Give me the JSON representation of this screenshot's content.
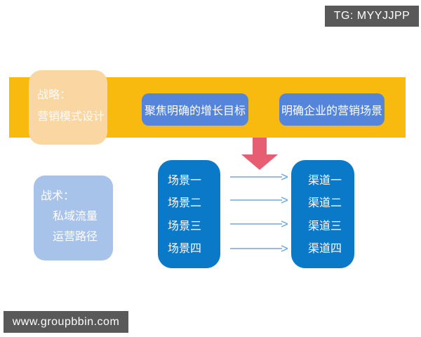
{
  "header": {
    "tg_badge": "TG: MYYJJPP"
  },
  "footer": {
    "website_badge": "www.groupbbin.com"
  },
  "strategy": {
    "title_line1": "战略：",
    "title_line2": "营销模式设计",
    "goal1": "聚焦明确的增长目标",
    "goal2": "明确企业的营销场景"
  },
  "tactics": {
    "title_line1": "战术：",
    "title_line2": "私域流量",
    "title_line3": "运营路径"
  },
  "scenarios": {
    "items": [
      "场景一",
      "场景二",
      "场景三",
      "场景四"
    ]
  },
  "channels": {
    "items": [
      "渠道一",
      "渠道二",
      "渠道三",
      "渠道四"
    ]
  },
  "colors": {
    "band_yellow": "#F9BA10",
    "strategy_peach": "#FAD7A2",
    "goal_button_blue": "#5585DB",
    "list_box_blue": "#0979C8",
    "tactics_light_blue": "#A8C3E9",
    "down_arrow_red": "#E75D72",
    "flow_arrow_blue": "#6FA8DC",
    "badge_gray": "#595959"
  }
}
